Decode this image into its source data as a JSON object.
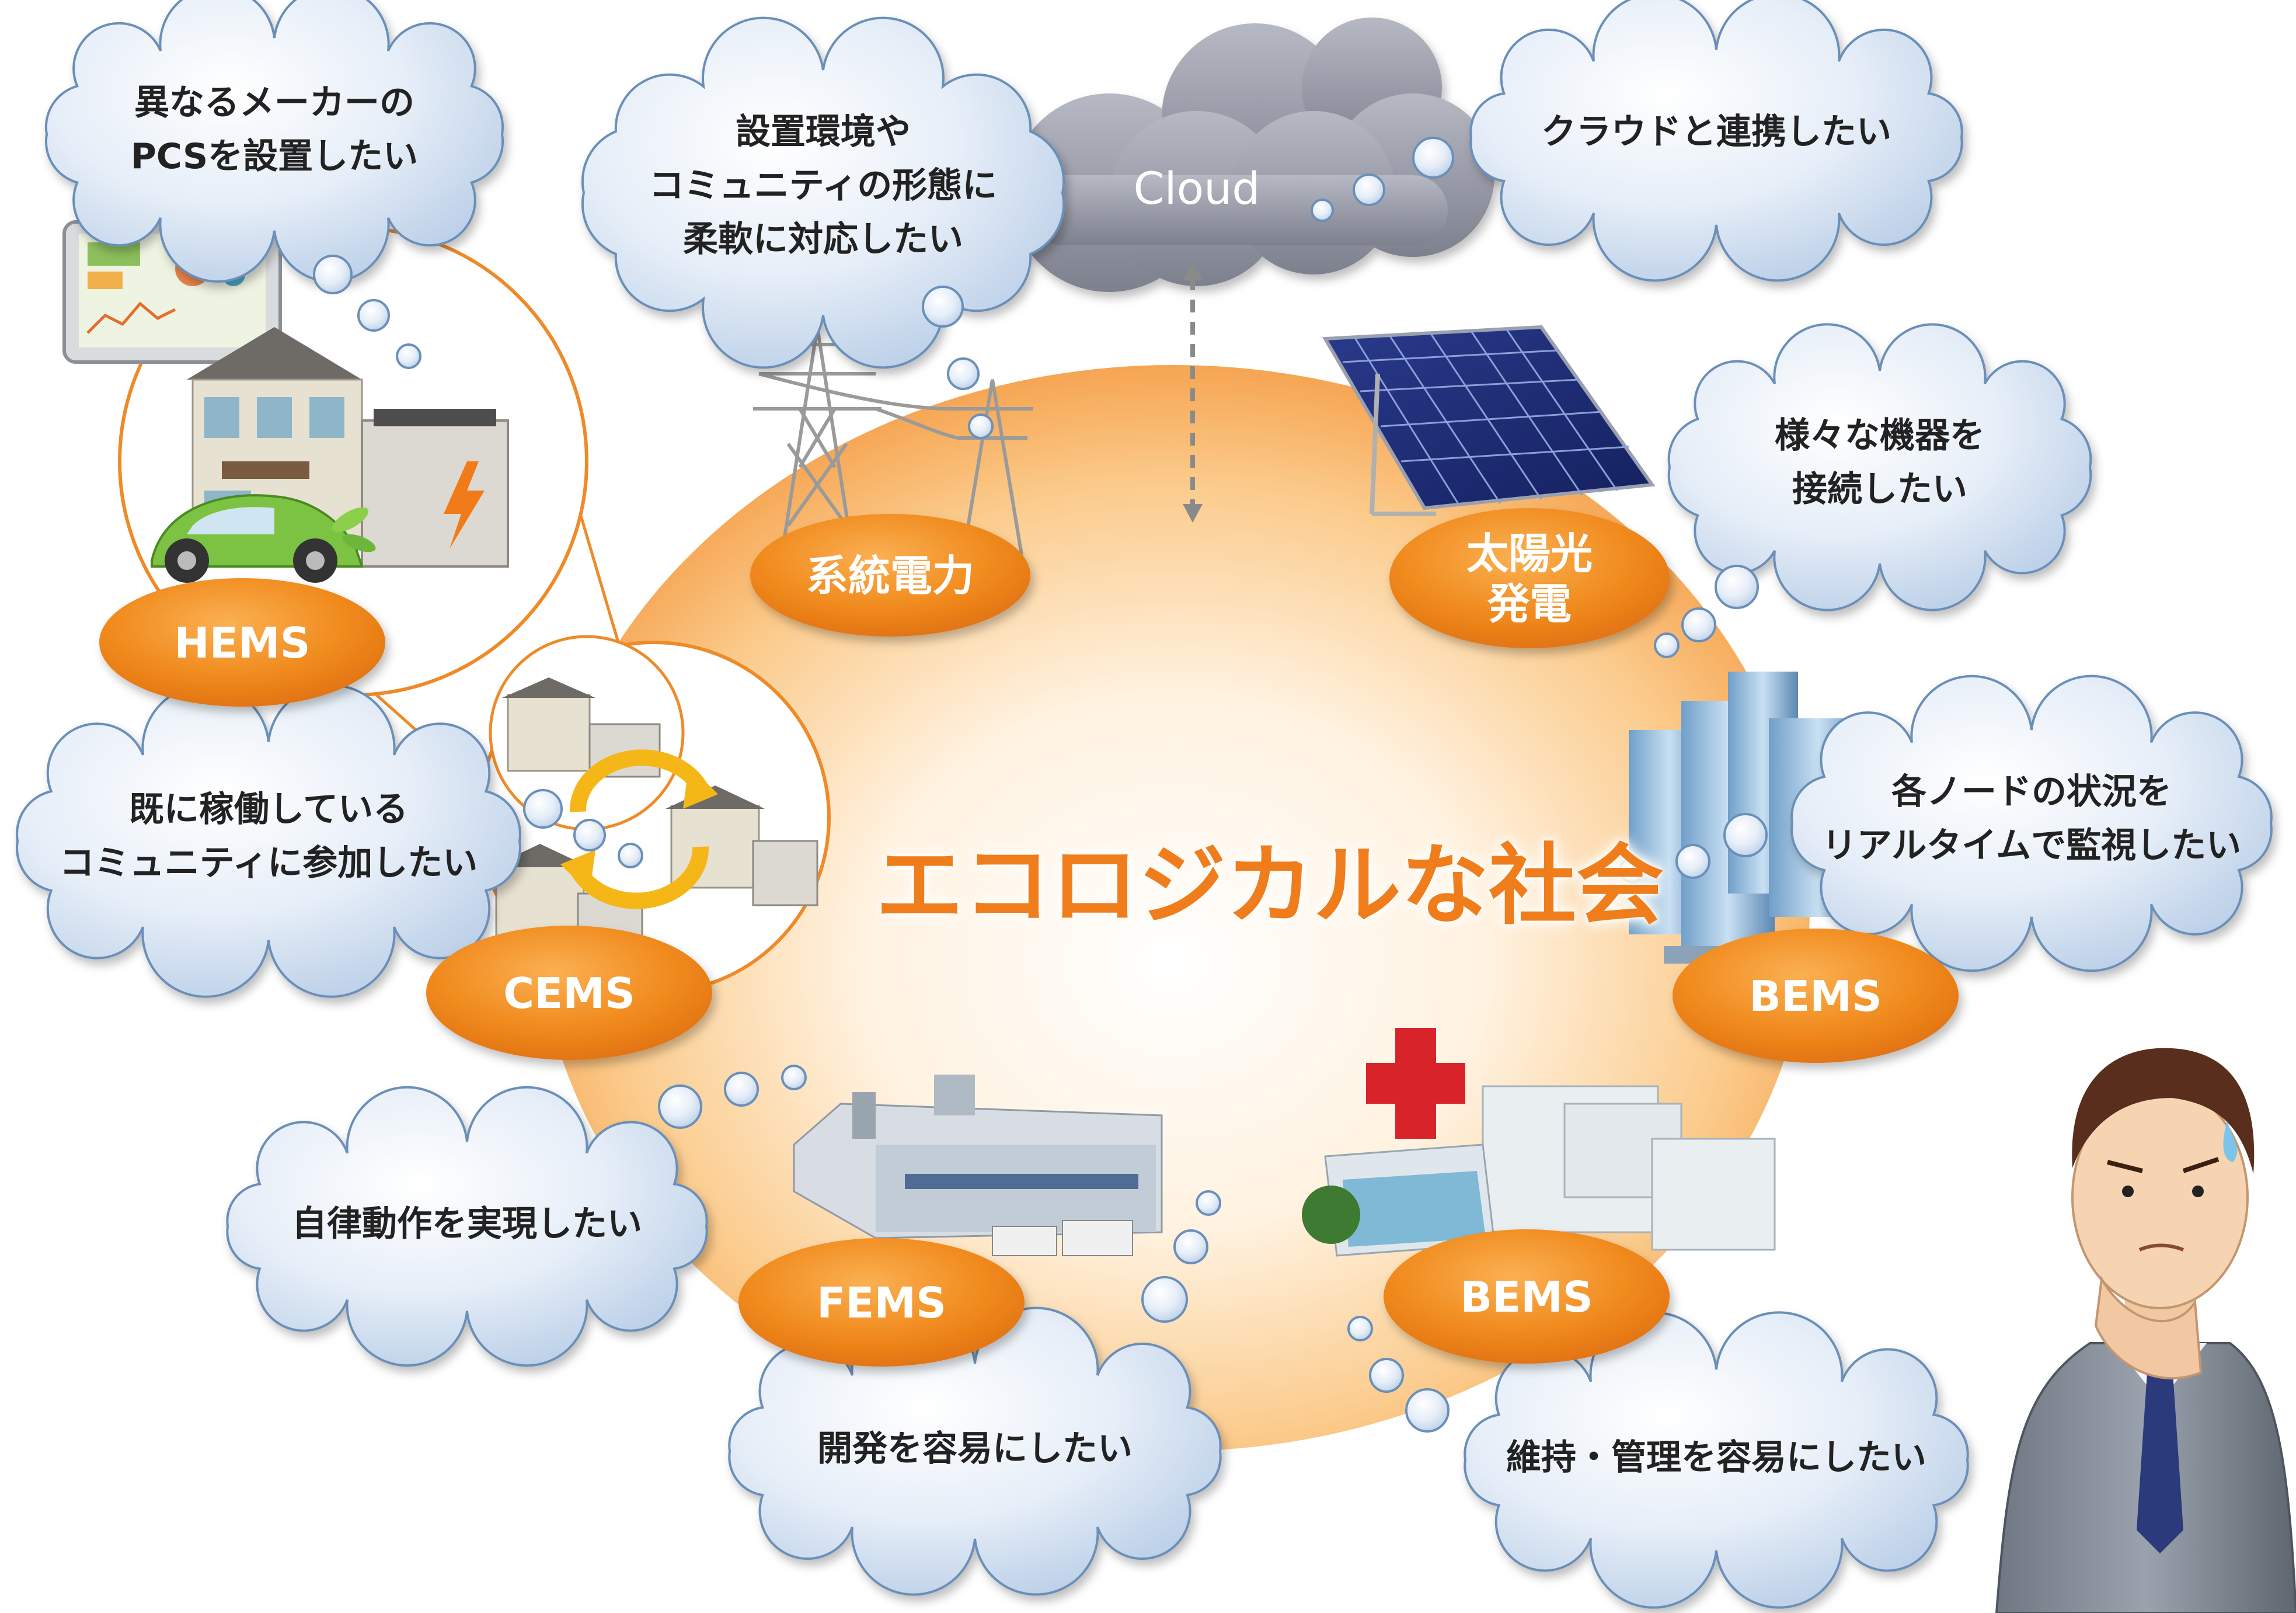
{
  "center_title": "エコロジカルな社会",
  "cloud_label": "Cloud",
  "nodes": {
    "hems": "HEMS",
    "cems": "CEMS",
    "grid": "系統電力",
    "solar_line1": "太陽光",
    "solar_line2": "発電",
    "bems_building": "BEMS",
    "bems_hospital": "BEMS",
    "fems": "FEMS"
  },
  "thoughts": {
    "maker_pcs": [
      "異なるメーカーの",
      "PCSを設置したい"
    ],
    "flexible": [
      "設置環境や",
      "コミュニティの形態に",
      "柔軟に対応したい"
    ],
    "cloud_link": [
      "クラウドと連携したい"
    ],
    "devices": [
      "様々な機器を",
      "接続したい"
    ],
    "monitoring": [
      "各ノードの状況を",
      "リアルタイムで監視したい"
    ],
    "join_community": [
      "既に稼働している",
      "コミュニティに参加したい"
    ],
    "autonomous": [
      "自律動作を実現したい"
    ],
    "dev_easy": [
      "開発を容易にしたい"
    ],
    "maintain_easy": [
      "維持・管理を容易にしたい"
    ]
  },
  "building_sign": "HOSPITAL",
  "colors": {
    "orange_badge": "#f08a1d",
    "thought_cloud": "#dfeaf6",
    "thought_outline": "#6a8fb8",
    "grey_cloud": "#8c8f9c",
    "title_orange": "#f07d1c"
  }
}
